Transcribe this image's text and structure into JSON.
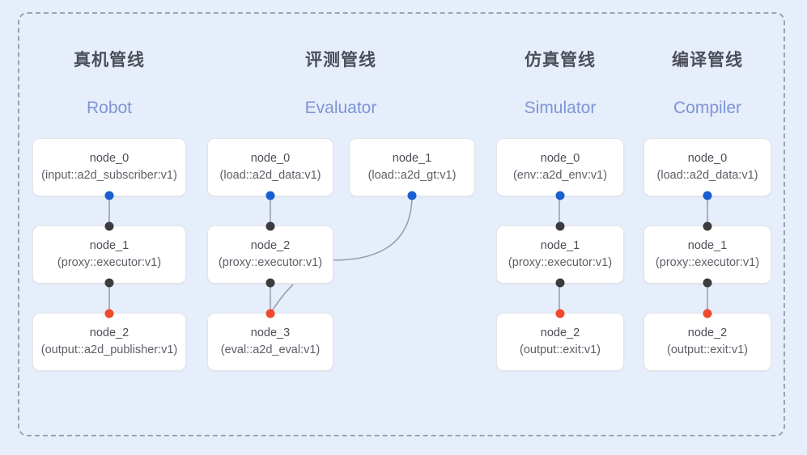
{
  "diagram": {
    "title_cn_shared_suffix": "管线",
    "panel_style": "dashed-rounded-container",
    "colors": {
      "background": "#e7eefb",
      "panel_border": "#9aa3b4",
      "node_fill": "#ffffff",
      "node_border": "#e2e4e8",
      "title_cn": "#4c4f59",
      "title_en": "#7d95d6",
      "port_output_blue": "#1a5fd0",
      "port_black": "#3c3c3c",
      "port_red": "#ef4a2e",
      "edge_line": "#9aa0ad"
    }
  },
  "columns": [
    {
      "key": "robot",
      "title_cn": "真机管线",
      "title_en": "Robot",
      "nodes": [
        {
          "id": "node_0",
          "spec": "(input::a2d_subscriber:v1)"
        },
        {
          "id": "node_1",
          "spec": "(proxy::executor:v1)"
        },
        {
          "id": "node_2",
          "spec": "(output::a2d_publisher:v1)"
        }
      ]
    },
    {
      "key": "evaluator",
      "title_cn": "评测管线",
      "title_en": "Evaluator",
      "nodes": [
        {
          "id": "node_0",
          "spec": "(load::a2d_data:v1)"
        },
        {
          "id": "node_1",
          "spec": "(load::a2d_gt:v1)"
        },
        {
          "id": "node_2",
          "spec": "(proxy::executor:v1)"
        },
        {
          "id": "node_3",
          "spec": "(eval::a2d_eval:v1)"
        }
      ]
    },
    {
      "key": "simulator",
      "title_cn": "仿真管线",
      "title_en": "Simulator",
      "nodes": [
        {
          "id": "node_0",
          "spec": "(env::a2d_env:v1)"
        },
        {
          "id": "node_1",
          "spec": "(proxy::executor:v1)"
        },
        {
          "id": "node_2",
          "spec": "(output::exit:v1)"
        }
      ]
    },
    {
      "key": "compiler",
      "title_cn": "编译管线",
      "title_en": "Compiler",
      "nodes": [
        {
          "id": "node_0",
          "spec": "(load::a2d_data:v1)"
        },
        {
          "id": "node_1",
          "spec": "(proxy::executor:v1)"
        },
        {
          "id": "node_2",
          "spec": "(output::exit:v1)"
        }
      ]
    }
  ]
}
